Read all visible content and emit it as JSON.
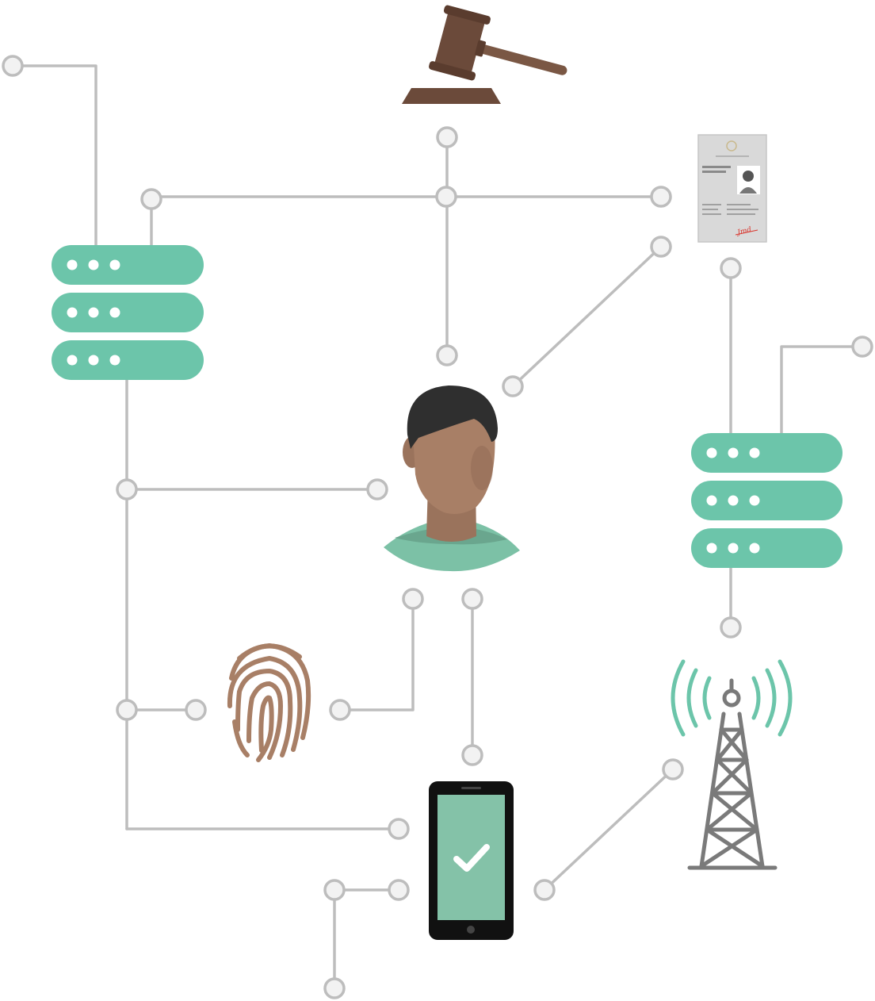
{
  "colors": {
    "wire": "#bdbdbd",
    "node_fill": "#f2f2f2",
    "server": "#6cc5aa",
    "gavel": "#6b4a3a",
    "skin": "#a87f66",
    "hair": "#2f2f2f",
    "shirt": "#7cc1a6",
    "fingerprint": "#a87f66",
    "phone_body": "#111111",
    "phone_screen": "#84c2a8",
    "tower": "#7a7a7a",
    "signal": "#6cc5aa",
    "document": "#d9d9d9",
    "signature": "#d9342b"
  },
  "icons": [
    "gavel-icon",
    "id-document-icon",
    "server-stack-icon",
    "person-avatar-icon",
    "fingerprint-icon",
    "mobile-phone-verified-icon",
    "cell-tower-icon"
  ],
  "server_left_units": 3,
  "server_right_units": 3,
  "document": {
    "signature": "Jmd"
  }
}
